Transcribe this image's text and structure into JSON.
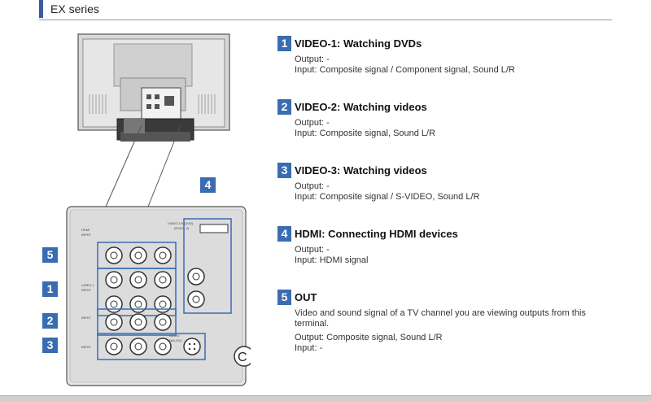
{
  "header": {
    "title": "EX series"
  },
  "badges": [
    "5",
    "1",
    "2",
    "3",
    "4"
  ],
  "items": [
    {
      "num": "1",
      "heading": "VIDEO-1: Watching DVDs",
      "output": "Output: -",
      "input": "Input: Composite signal / Component signal, Sound L/R"
    },
    {
      "num": "2",
      "heading": "VIDEO-2: Watching videos",
      "output": "Output: -",
      "input": "Input: Composite signal, Sound L/R"
    },
    {
      "num": "3",
      "heading": "VIDEO-3: Watching videos",
      "output": "Output: -",
      "input": "Input: Composite signal / S-VIDEO, Sound L/R"
    },
    {
      "num": "4",
      "heading": "HDMI: Connecting HDMI devices",
      "output": "Output: -",
      "input": "Input: HDMI signal"
    },
    {
      "num": "5",
      "heading": "OUT",
      "description": "Video and sound signal of a TV channel you are viewing outputs from this terminal.",
      "output": "Output: Composite signal, Sound L/R",
      "input": "Input: -"
    }
  ]
}
